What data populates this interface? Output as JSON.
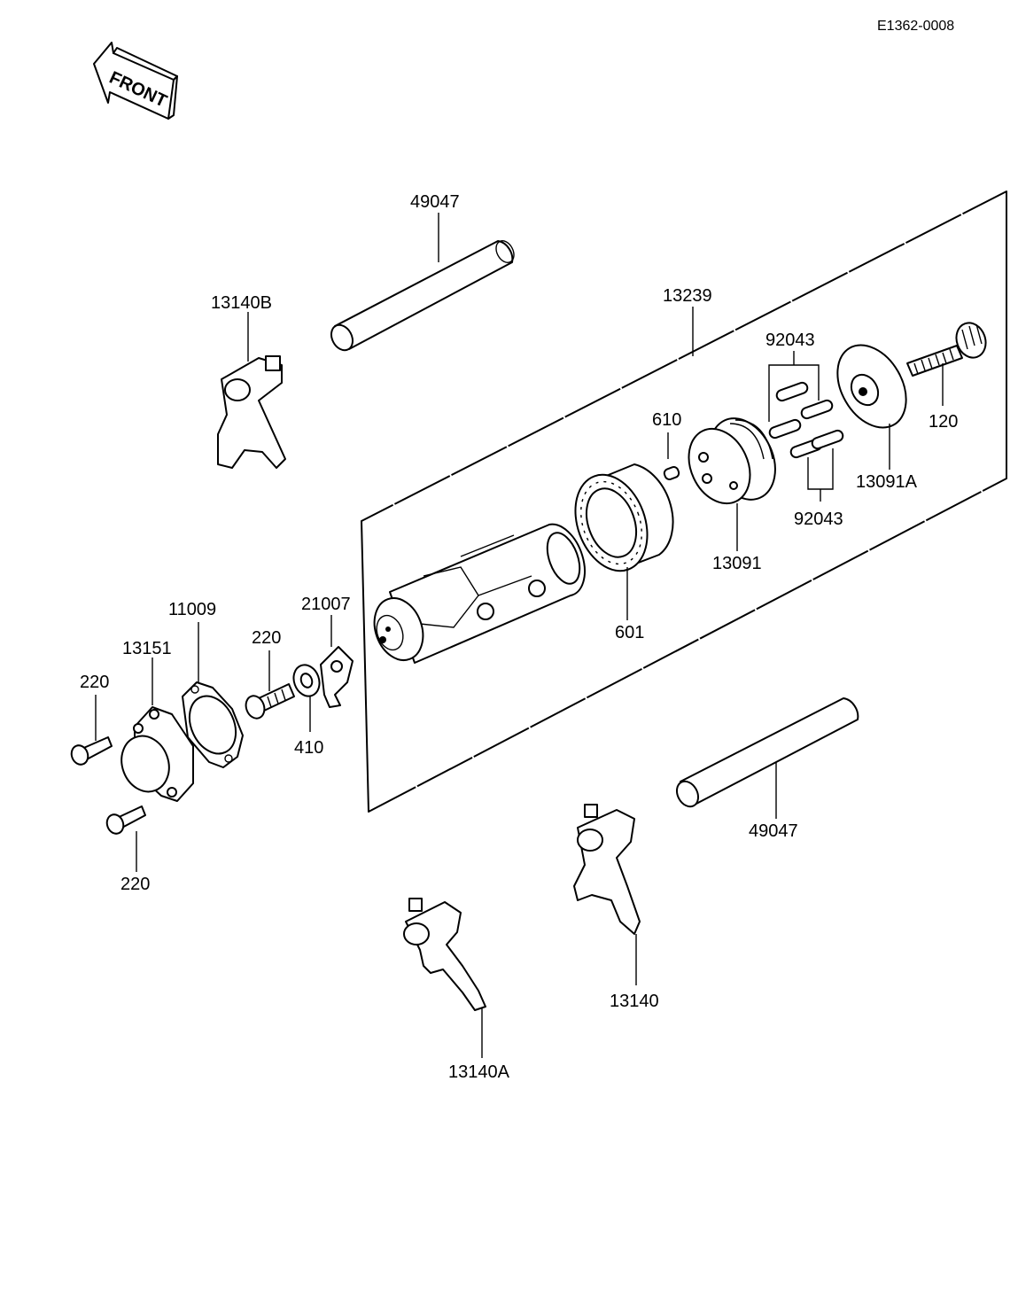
{
  "drawing_code": "E1362-0008",
  "front_label": "FRONT",
  "parts": {
    "p49047_upper": "49047",
    "p13140B": "13140B",
    "p13239": "13239",
    "p92043_upper": "92043",
    "p610": "610",
    "p120": "120",
    "p13091A": "13091A",
    "p92043_lower": "92043",
    "p13091": "13091",
    "p601": "601",
    "p21007": "21007",
    "p11009": "11009",
    "p220_mid": "220",
    "p13151": "13151",
    "p220_left": "220",
    "p410": "410",
    "p220_bottom": "220",
    "p49047_lower": "49047",
    "p13140": "13140",
    "p13140A": "13140A"
  }
}
